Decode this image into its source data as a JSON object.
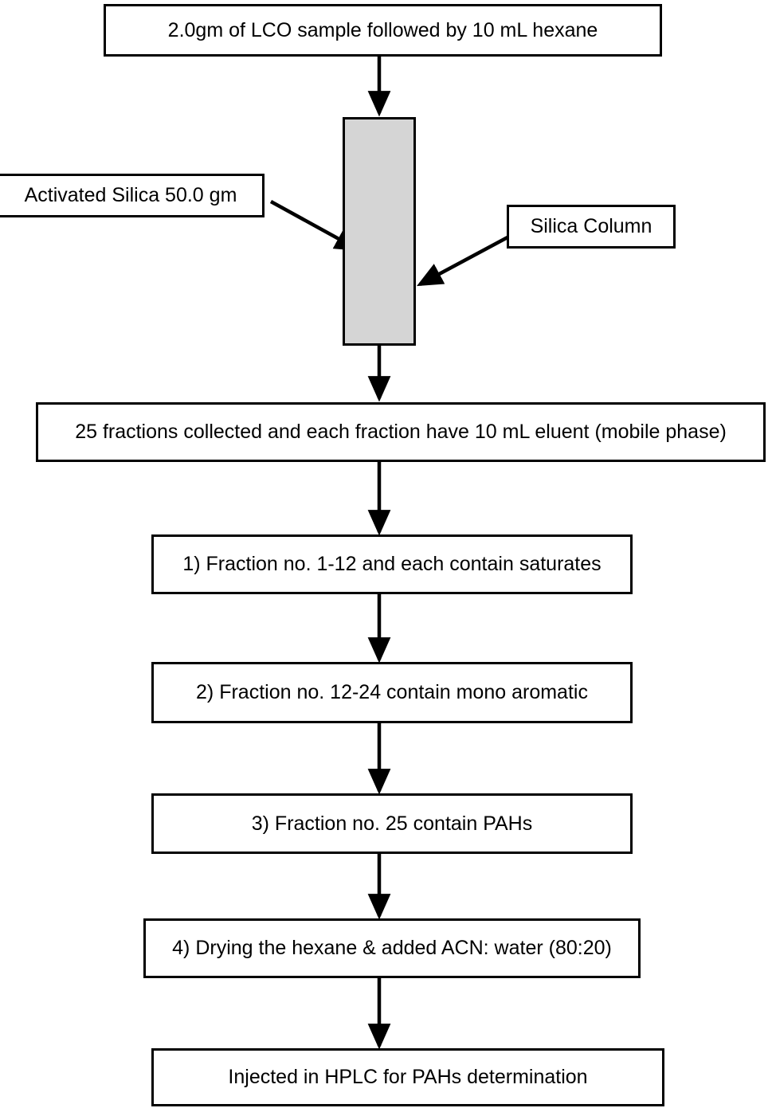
{
  "diagram": {
    "title": "LCO sample PAH extraction and analysis workflow",
    "colors": {
      "stroke": "#000000",
      "node_fill": "#ffffff",
      "column_fill": "#d5d5d5",
      "text": "#000000"
    },
    "nodes": {
      "sample_input": {
        "id": "sample-input",
        "label": "2.0gm of LCO sample followed by 10 mL hexane"
      },
      "silica_column_vessel": {
        "id": "silica-column-vessel",
        "label": "",
        "fill": "#d5d5d5"
      },
      "activated_silica": {
        "id": "activated-silica",
        "label": "Activated Silica 50.0 gm"
      },
      "silica_column_callout": {
        "id": "silica-column-callout",
        "label": "Silica Column"
      },
      "fractions_collected": {
        "id": "fractions-collected",
        "label": "25 fractions collected and each fraction have 10 mL eluent (mobile phase)"
      },
      "step_1": {
        "id": "step-1",
        "label": "1) Fraction no. 1-12 and each contain saturates"
      },
      "step_2": {
        "id": "step-2",
        "label": "2) Fraction no. 12-24 contain mono aromatic"
      },
      "step_3": {
        "id": "step-3",
        "label": "3) Fraction no. 25 contain PAHs"
      },
      "step_4": {
        "id": "step-4",
        "label": "4) Drying the hexane & added ACN: water (80:20)"
      },
      "final_step": {
        "id": "final-step",
        "label": "Injected in HPLC for PAHs determination"
      }
    },
    "connectors": [
      {
        "id": "arrow-sample-to-column",
        "from": "sample-input",
        "to": "silica-column-vessel",
        "type": "vertical-arrow"
      },
      {
        "id": "arrow-silica-label-to-column",
        "from": "activated-silica",
        "to": "silica-column-vessel",
        "type": "diagonal-arrow"
      },
      {
        "id": "arrow-column-label-to-column",
        "from": "silica-column-callout",
        "to": "silica-column-vessel",
        "type": "diagonal-arrow"
      },
      {
        "id": "arrow-column-to-fractions",
        "from": "silica-column-vessel",
        "to": "fractions-collected",
        "type": "vertical-arrow"
      },
      {
        "id": "arrow-fractions-to-step1",
        "from": "fractions-collected",
        "to": "step-1",
        "type": "vertical-arrow"
      },
      {
        "id": "arrow-step1-to-step2",
        "from": "step-1",
        "to": "step-2",
        "type": "vertical-arrow"
      },
      {
        "id": "arrow-step2-to-step3",
        "from": "step-2",
        "to": "step-3",
        "type": "vertical-arrow"
      },
      {
        "id": "arrow-step3-to-step4",
        "from": "step-3",
        "to": "step-4",
        "type": "vertical-arrow"
      },
      {
        "id": "arrow-step4-to-final",
        "from": "step-4",
        "to": "final-step",
        "type": "vertical-arrow"
      }
    ]
  }
}
